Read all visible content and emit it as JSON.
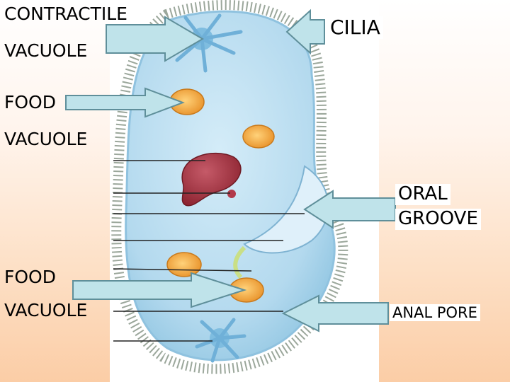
{
  "diagram": {
    "labels": {
      "contractile_line1": "CONTRACTILE",
      "contractile_line2": "VACUOLE",
      "cilia": "CILIA",
      "food1_line1": "FOOD",
      "food1_line2": "VACUOLE",
      "oral_line1": "ORAL",
      "oral_line2": "GROOVE",
      "food2_line1": "FOOD",
      "food2_line2": "VACUOLE",
      "anal": "ANAL PORE"
    },
    "colors": {
      "cell_body": "#b6dbef",
      "cell_outline": "#8fc2df",
      "food_vacuole": "#f0a53a",
      "macronucleus": "#a7323f",
      "arrow_fill": "#bfe3ea",
      "arrow_stroke": "#5f8f9a",
      "leader_line": "#222222"
    }
  }
}
